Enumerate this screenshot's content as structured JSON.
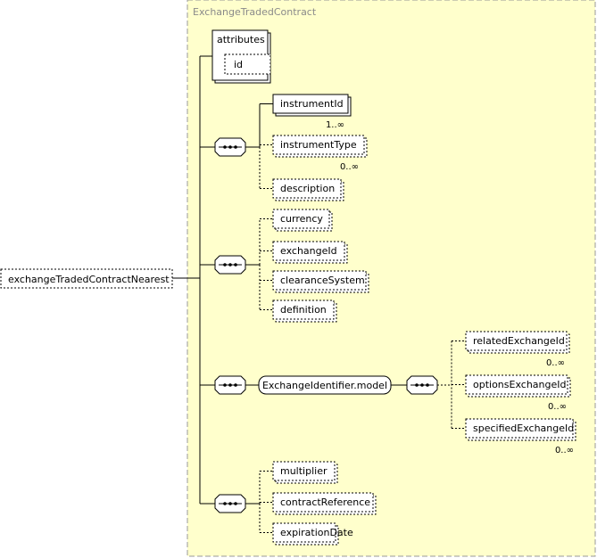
{
  "complex_type": {
    "title": "ExchangeTradedContract",
    "attributes_label": "attributes",
    "attributes": [
      "id"
    ]
  },
  "root_element": "exchangeTradedContractNearest",
  "groups": [
    {
      "elements": [
        {
          "name": "instrumentId",
          "optional": false,
          "cardinality": "1..∞"
        },
        {
          "name": "instrumentType",
          "optional": true,
          "cardinality": "0..∞"
        },
        {
          "name": "description",
          "optional": true,
          "cardinality": ""
        }
      ]
    },
    {
      "elements": [
        {
          "name": "currency",
          "optional": true,
          "cardinality": ""
        },
        {
          "name": "exchangeId",
          "optional": true,
          "cardinality": ""
        },
        {
          "name": "clearanceSystem",
          "optional": true,
          "cardinality": ""
        },
        {
          "name": "definition",
          "optional": true,
          "cardinality": ""
        }
      ]
    },
    {
      "model_group": "ExchangeIdentifier.model",
      "elements": [
        {
          "name": "relatedExchangeId",
          "optional": true,
          "cardinality": "0..∞"
        },
        {
          "name": "optionsExchangeId",
          "optional": true,
          "cardinality": "0..∞"
        },
        {
          "name": "specifiedExchangeId",
          "optional": true,
          "cardinality": "0..∞"
        }
      ]
    },
    {
      "elements": [
        {
          "name": "multiplier",
          "optional": true,
          "cardinality": ""
        },
        {
          "name": "contractReference",
          "optional": true,
          "cardinality": ""
        },
        {
          "name": "expirationDate",
          "optional": true,
          "cardinality": ""
        }
      ]
    }
  ],
  "colors": {
    "panel_fill": "#ffffcc",
    "panel_border": "#999999",
    "box_fill": "#ffffff",
    "line": "#000000",
    "title_text": "#8a8a8a"
  }
}
